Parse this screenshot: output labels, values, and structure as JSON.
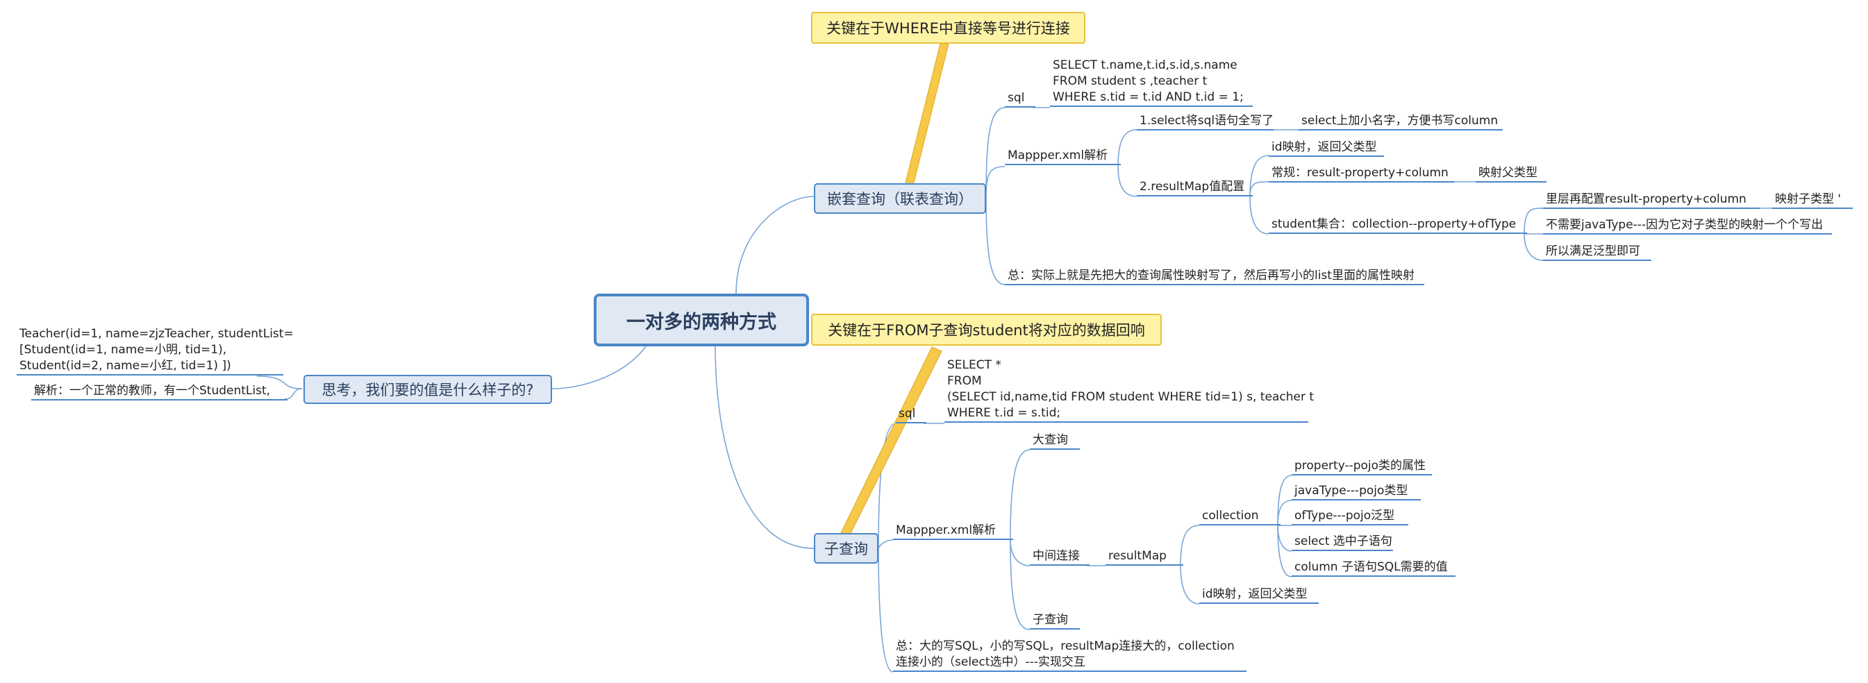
{
  "root": "一对多的两种方式",
  "callouts": {
    "nested": "关键在于WHERE中直接等号进行连接",
    "subquery": "关键在于FROM子查询student将对应的数据回响"
  },
  "left": {
    "topic": "思考，我们要的值是什么样子的?",
    "result_lines": [
      "Teacher(id=1, name=zjzTeacher, studentList=",
      "[Student(id=1, name=小明, tid=1),",
      "Student(id=2, name=小红, tid=1) ])"
    ],
    "analysis": "解析：一个正常的教师，有一个StudentList,"
  },
  "nested": {
    "title": "嵌套查询（联表查询）",
    "sql_label": "sql",
    "sql_lines": [
      "SELECT t.name,t.id,s.id,s.name",
      "FROM student s ,teacher t",
      "WHERE s.tid = t.id AND t.id = 1;"
    ],
    "mapper": "Mappper.xml解析",
    "step1": "1.select将sql语句全写了",
    "step1_note": "select上加小名字，方便书写column",
    "step2": "2.resultMap值配置",
    "id_map": "id映射，返回父类型",
    "normal": "常规：result-property+column",
    "normal_note": "映射父类型",
    "collection": "student集合：collection--property+ofType",
    "inner_config": "里层再配置result-property+column",
    "inner_note": "映射子类型   '",
    "no_javatype": "不需要javaType---因为它对子类型的映射一个个写出",
    "generic": "所以满足泛型即可",
    "summary": "总：实际上就是先把大的查询属性映射写了，然后再写小的list里面的属性映射"
  },
  "subquery": {
    "title": "子查询",
    "sql_label": "sql",
    "sql_lines": [
      "SELECT *",
      "FROM",
      "(SELECT id,name,tid FROM student WHERE tid=1) s,  teacher t",
      "WHERE t.id = s.tid;"
    ],
    "mapper": "Mappper.xml解析",
    "big": "大查询",
    "middle": "中间连接",
    "small": "子查询",
    "resultmap": "resultMap",
    "collection": "collection",
    "coll_items": [
      "property--pojo类的属性",
      "javaType---pojo类型",
      "ofType---pojo泛型",
      "select 选中子语句",
      "column 子语句SQL需要的值"
    ],
    "id_map": "id映射，返回父类型",
    "summary_lines": [
      "总：大的写SQL，小的写SQL，resultMap连接大的，collection",
      "连接小的（select选中）---实现交互"
    ]
  }
}
